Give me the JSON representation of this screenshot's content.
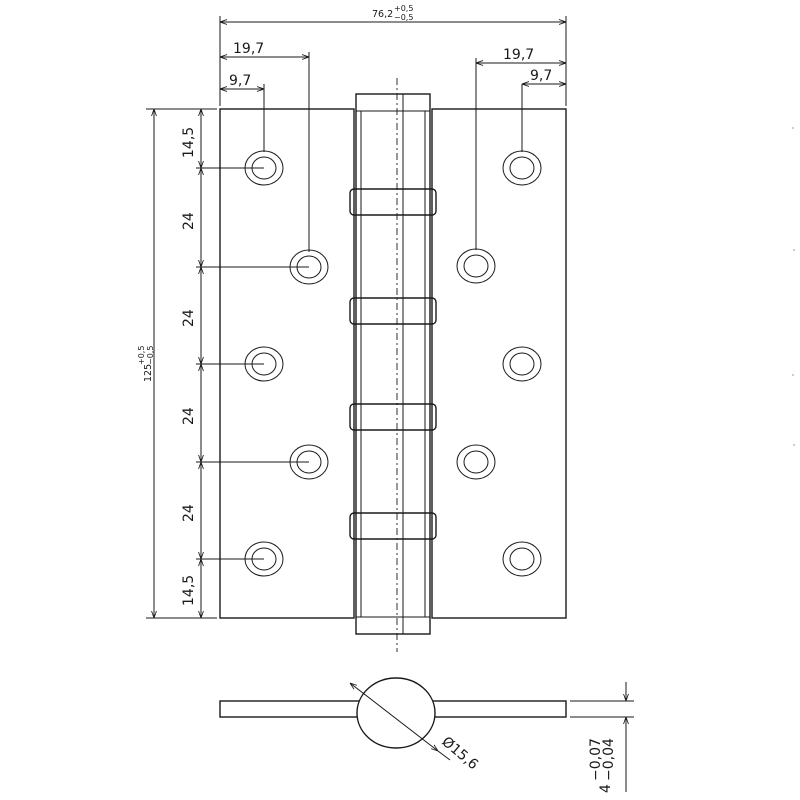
{
  "drawing": {
    "overall_width": {
      "nominal": "76,2",
      "upper_tol": "+0,5",
      "lower_tol": "−0,5"
    },
    "overall_height": {
      "nominal": "125",
      "upper_tol": "+0,5",
      "lower_tol": "−0,5"
    },
    "left_offset_outer": "19,7",
    "left_offset_inner": "9,7",
    "right_offset_outer": "19,7",
    "right_offset_inner": "9,7",
    "spacing_end_top": "14,5",
    "spacing_1": "24",
    "spacing_2": "24",
    "spacing_3": "24",
    "spacing_4": "24",
    "spacing_end_bottom": "14,5",
    "knuckle_diameter": "Ø15,6",
    "thickness": {
      "nominal": "4",
      "upper_tol": "−0,07",
      "lower_tol": "−0,04"
    }
  }
}
